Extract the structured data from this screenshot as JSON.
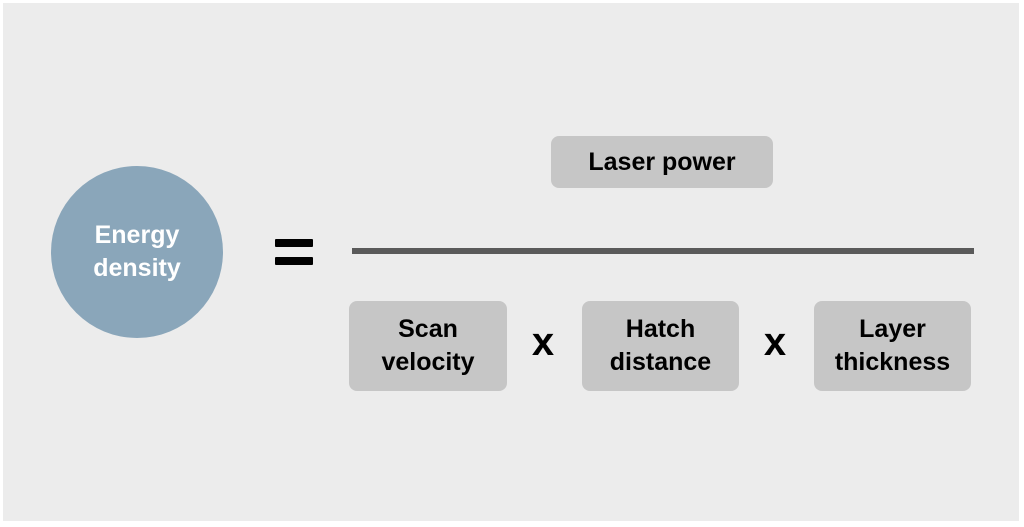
{
  "lhs": {
    "label": "Energy\ndensity"
  },
  "equals": {
    "symbol": "="
  },
  "numerator": {
    "label": "Laser power"
  },
  "denominator": {
    "terms": [
      {
        "label": "Scan\nvelocity"
      },
      {
        "label": "Hatch\ndistance"
      },
      {
        "label": "Layer\nthickness"
      }
    ],
    "operator": "x"
  },
  "colors": {
    "background": "#ececec",
    "circle": "#8aa6ba",
    "box": "#c6c6c6",
    "fraction_line": "#5a5a5a",
    "text_dark": "#000000",
    "text_light": "#ffffff"
  }
}
